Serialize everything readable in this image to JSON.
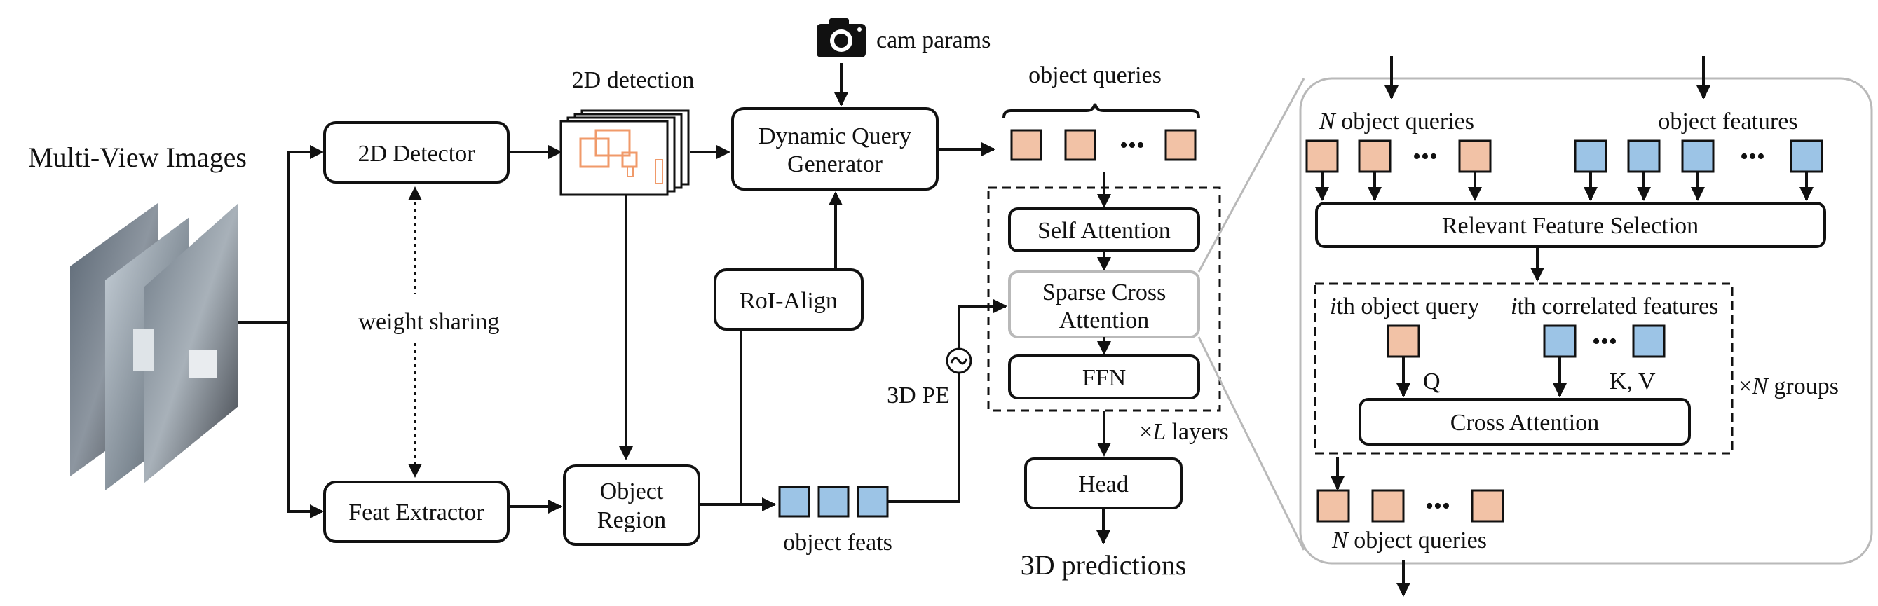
{
  "labels": {
    "multi_view_images": "Multi-View Images",
    "detector_2d": "2D Detector",
    "feat_extractor": "Feat Extractor",
    "weight_sharing": "weight sharing",
    "detection_2d": "2D detection",
    "cam_params": "cam params",
    "dqg_line1": "Dynamic Query",
    "dqg_line2": "Generator",
    "roi_align": "RoI-Align",
    "object_region_line1": "Object",
    "object_region_line2": "Region",
    "object_feats": "object feats",
    "object_queries": "object queries",
    "self_attention": "Self Attention",
    "sparse_line1": "Sparse Cross",
    "sparse_line2": "Attention",
    "ffn": "FFN",
    "pe_3d": "3D PE",
    "layers_prefix": "×",
    "layers_var": "L",
    "layers_suffix": " layers",
    "head": "Head",
    "predictions_3d": "3D predictions",
    "dots": "•••"
  },
  "detail": {
    "n_var": "N",
    "object_queries": " object queries",
    "object_features": "object features",
    "relevant_feature_selection": "Relevant Feature Selection",
    "i_var": "i",
    "ith_object_query": "th object query",
    "ith_correlated_features": "th correlated features",
    "q_label": "Q",
    "kv_label": "K, V",
    "cross_attention": "Cross Attention",
    "groups_prefix": "×",
    "groups_suffix": " groups"
  },
  "colors": {
    "query": "#f2c2a6",
    "feature": "#9cc4e6",
    "detection_box": "#f09a6a",
    "panel_border": "#b9b9b9"
  },
  "icons": [
    "camera-icon",
    "positional-encoding-icon"
  ]
}
